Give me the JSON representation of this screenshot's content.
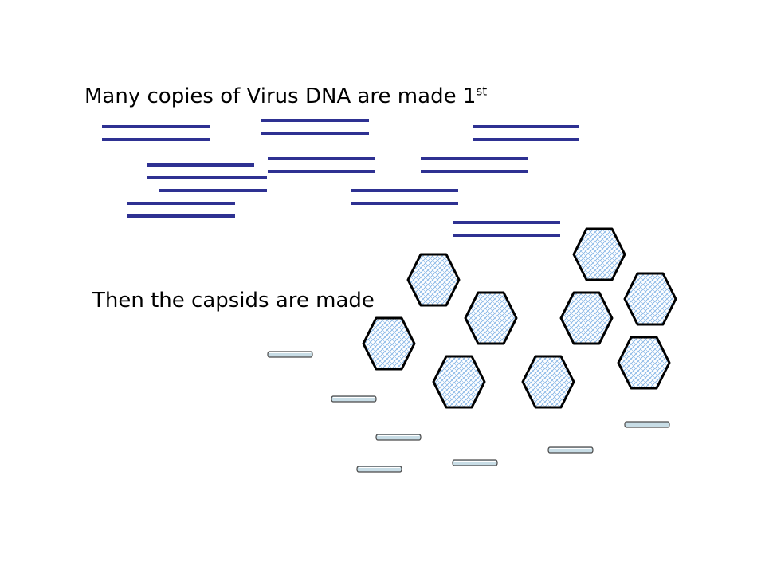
{
  "slide": {
    "heading": "Many copies of Virus DNA are made 1",
    "heading_suffix": "st",
    "subheading": "Then the capsids are made"
  },
  "colors": {
    "dna_strand": "#2e3192",
    "capsid_outline": "#000000",
    "capsid_hatch": "#7fb2e5",
    "capsid_fill": "#ffffff",
    "disc_fill": "#c8dde6",
    "disc_outline": "#4a4a4a"
  },
  "icons": {
    "dna": "double-strand-line-icon",
    "capsid": "hexagon-icon",
    "protein": "flat-disc-icon"
  }
}
